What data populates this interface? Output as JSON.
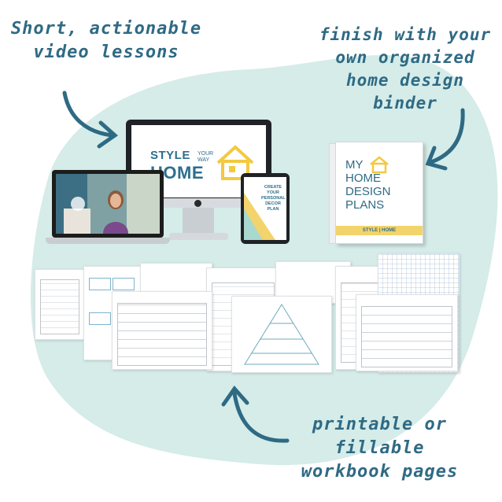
{
  "callouts": {
    "video": {
      "line1": "Short, actionable",
      "line2": "video lessons"
    },
    "binder": {
      "line1": "finish with your",
      "line2": "own organized",
      "line3": "home design",
      "line4": "binder"
    },
    "workbook": {
      "line1": "printable or fillable",
      "line2": "workbook pages"
    }
  },
  "monitor_screen": {
    "style": "STYLE",
    "your_way": "YOUR WAY",
    "home": "HOME"
  },
  "tablet_screen": {
    "text": "CREATE YOUR PERSONAL DECOR PLAN"
  },
  "binder_cover": {
    "line1": "MY",
    "line2": "HOME",
    "line3": "DESIGN",
    "line4": "PLANS",
    "bar": "STYLE | HOME"
  },
  "colors": {
    "blob": "#d5ece9",
    "accent": "#2f6a84",
    "brand_yellow": "#f3d36b",
    "brand_blue": "#2d6f8e"
  },
  "icons": {
    "arrow": "curved-arrow-icon",
    "house": "house-logo-icon",
    "apple": "apple-logo-icon"
  }
}
